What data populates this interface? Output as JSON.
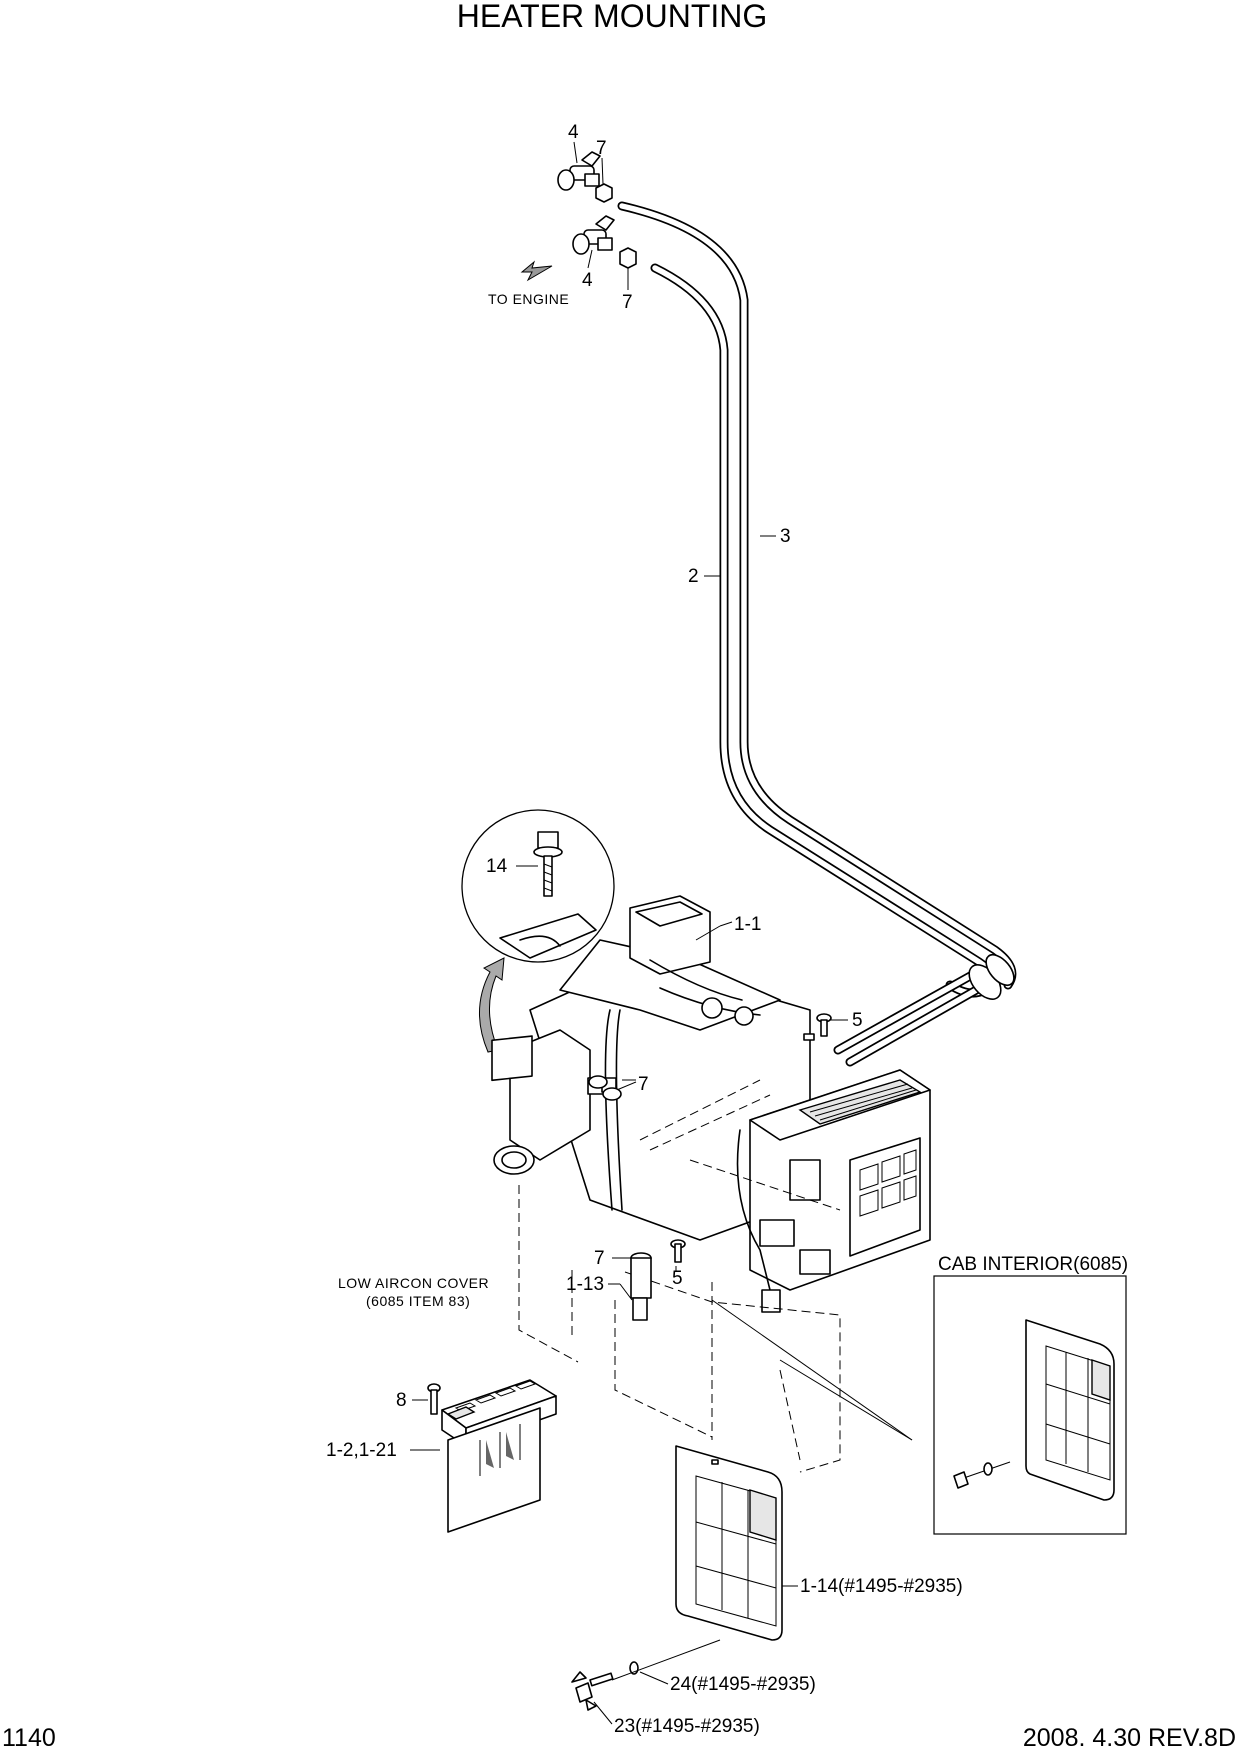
{
  "page": {
    "title": "HEATER MOUNTING",
    "page_number": "1140",
    "revision": "2008. 4.30  REV.8D"
  },
  "notes": {
    "to_engine": "TO ENGINE",
    "low_aircon_cover_line1": "LOW AIRCON COVER",
    "low_aircon_cover_line2": "(6085 ITEM 83)",
    "cab_interior": "CAB INTERIOR(6085)"
  },
  "callouts": {
    "c4_top": "4",
    "c7_top": "7",
    "c4_mid": "4",
    "c7_mid": "7",
    "c3": "3",
    "c2": "2",
    "c14": "14",
    "c1_1": "1-1",
    "c5_right": "5",
    "c7_heater": "7",
    "c7_lower": "7",
    "c1_13": "1-13",
    "c5_lower": "5",
    "c8": "8",
    "c1_2_1_21": "1-2,1-21",
    "c1_14": "1-14(#1495-#2935)",
    "c24": "24(#1495-#2935)",
    "c23": "23(#1495-#2935)"
  },
  "icons": [
    "arrow-to-engine-icon",
    "rotate-arrow-icon"
  ]
}
